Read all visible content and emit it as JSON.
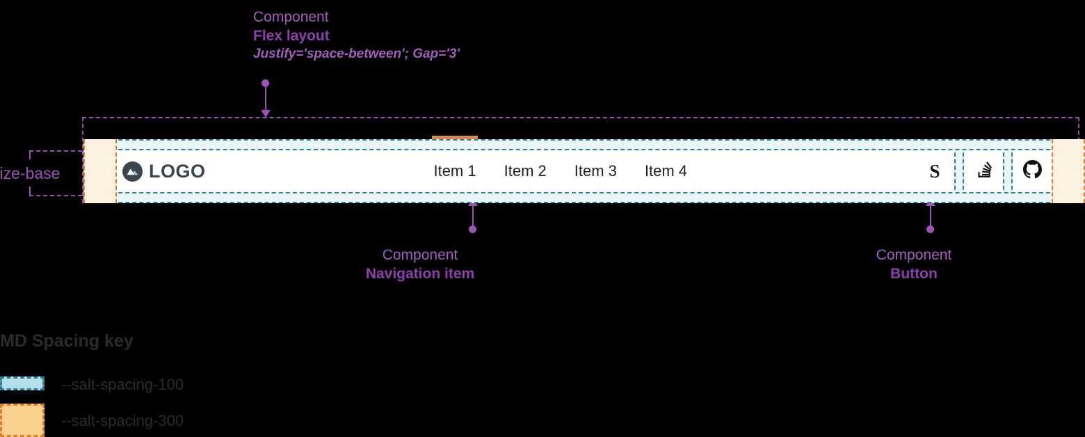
{
  "annotations": {
    "flex": {
      "kind": "Component",
      "name": "Flex layout",
      "props": "Justify='space-between'; Gap='3'"
    },
    "nav_item": {
      "kind": "Component",
      "name": "Navigation item"
    },
    "button": {
      "kind": "Component",
      "name": "Button"
    },
    "size_base": {
      "label": "size-base"
    }
  },
  "navbar": {
    "logo": {
      "text": "LOGO",
      "icon": "mountain-logo-icon"
    },
    "items": [
      {
        "label": "Item 1",
        "active": true
      },
      {
        "label": "Item 2",
        "active": false
      },
      {
        "label": "Item 3",
        "active": false
      },
      {
        "label": "Item 4",
        "active": false
      }
    ],
    "buttons": [
      {
        "icon": "salt-s-icon",
        "name": "salt"
      },
      {
        "icon": "stackoverflow-icon",
        "name": "stackoverflow"
      },
      {
        "icon": "github-icon",
        "name": "github"
      }
    ]
  },
  "spacing_key": {
    "title": "MD Spacing key",
    "entries": [
      {
        "token": "--salt-spacing-100",
        "fill": "#B3E0E8",
        "stroke": "#2E7C95"
      },
      {
        "token": "--salt-spacing-300",
        "fill": "#FBD28D",
        "stroke": "#E07B2A"
      }
    ]
  },
  "colors": {
    "annotation": "#9B51B6",
    "active_indicator": "#DD8A4E",
    "spacing_100_fill": "#EAF5F7",
    "spacing_100_stroke": "#2E7C95",
    "spacing_300_fill": "#FDF2E2",
    "spacing_300_stroke": "#E07B2A",
    "navbar_background": "#FFFFFF",
    "logo_mark": "#3C4650"
  }
}
